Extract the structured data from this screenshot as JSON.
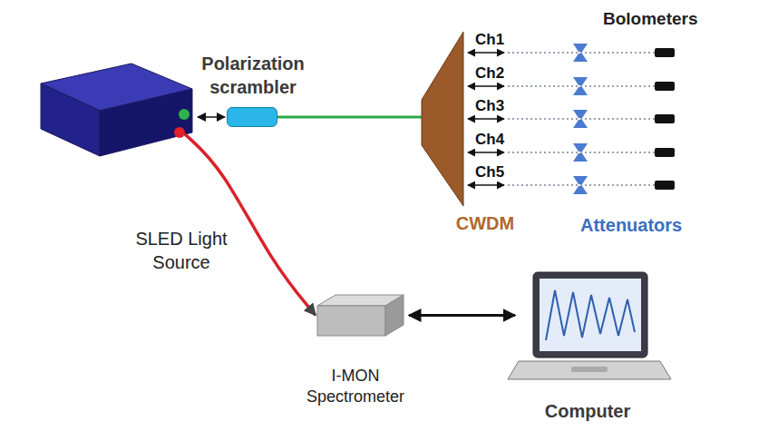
{
  "diagram": {
    "nodes": [
      {
        "text": [
          "SLED Light Source"
        ]
      },
      {
        "text": [
          "Polarization scrambler"
        ]
      },
      {
        "text": [
          "CWDM"
        ]
      },
      {
        "text": [
          "I-MON Spectrometer"
        ]
      },
      {
        "text": [
          "Computer"
        ]
      }
    ],
    "edges": [
      {
        "from": 0,
        "to": 1,
        "arrow": "both"
      },
      {
        "from": 1,
        "to": 2,
        "arrow": "none"
      },
      {
        "from": 0,
        "to": 3,
        "arrow": "to"
      },
      {
        "from": 3,
        "to": 4,
        "arrow": "both"
      }
    ],
    "labels": [
      "Ch1",
      "Ch2",
      "Ch3",
      "Ch4",
      "Ch5",
      "Bolometers",
      "Attenuators"
    ]
  }
}
